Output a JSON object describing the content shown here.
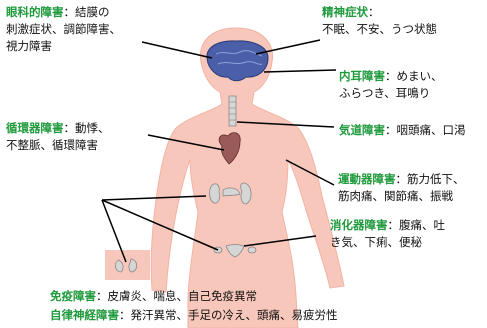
{
  "colors": {
    "body": "#f8c7bb",
    "body_outline": "#f2b3a4",
    "term": "#1f9a3c",
    "text": "#111111",
    "organ": "#d6d6d6",
    "brain": "#4a5fa8",
    "heart": "#9a5a5a"
  },
  "labels": {
    "eye": {
      "term": "眼科的障害",
      "text": "：結膜の",
      "lines": [
        "刺激症状、調節障害、",
        "視力障害"
      ]
    },
    "mental": {
      "term": "精神症状",
      "text": "：",
      "lines": [
        "不眠、不安、うつ状態"
      ]
    },
    "inner_ear": {
      "term": "内耳障害",
      "text": "：めまい、",
      "lines": [
        "ふらつき、耳鳴り"
      ]
    },
    "circulatory": {
      "term": "循環器障害",
      "text": "：動悸、",
      "lines": [
        "不整脈、循環障害"
      ]
    },
    "airway": {
      "term": "気道障害",
      "text": "：咽頭痛、口渇"
    },
    "motor": {
      "term": "運動器障害",
      "text": "：筋力低下、",
      "lines": [
        "筋肉痛、関節痛、振戦"
      ]
    },
    "digestive": {
      "term": "消化器障害",
      "text": "：腹痛、吐",
      "lines": [
        "き気、下痢、便秘"
      ]
    },
    "immune": {
      "term": "免疫障害",
      "text": "：皮膚炎、喘息、自己免疫異常"
    },
    "autonomic": {
      "term": "自律神経障害",
      "text": "：発汗異常、手足の冷え、頭痛、易疲労性"
    }
  }
}
